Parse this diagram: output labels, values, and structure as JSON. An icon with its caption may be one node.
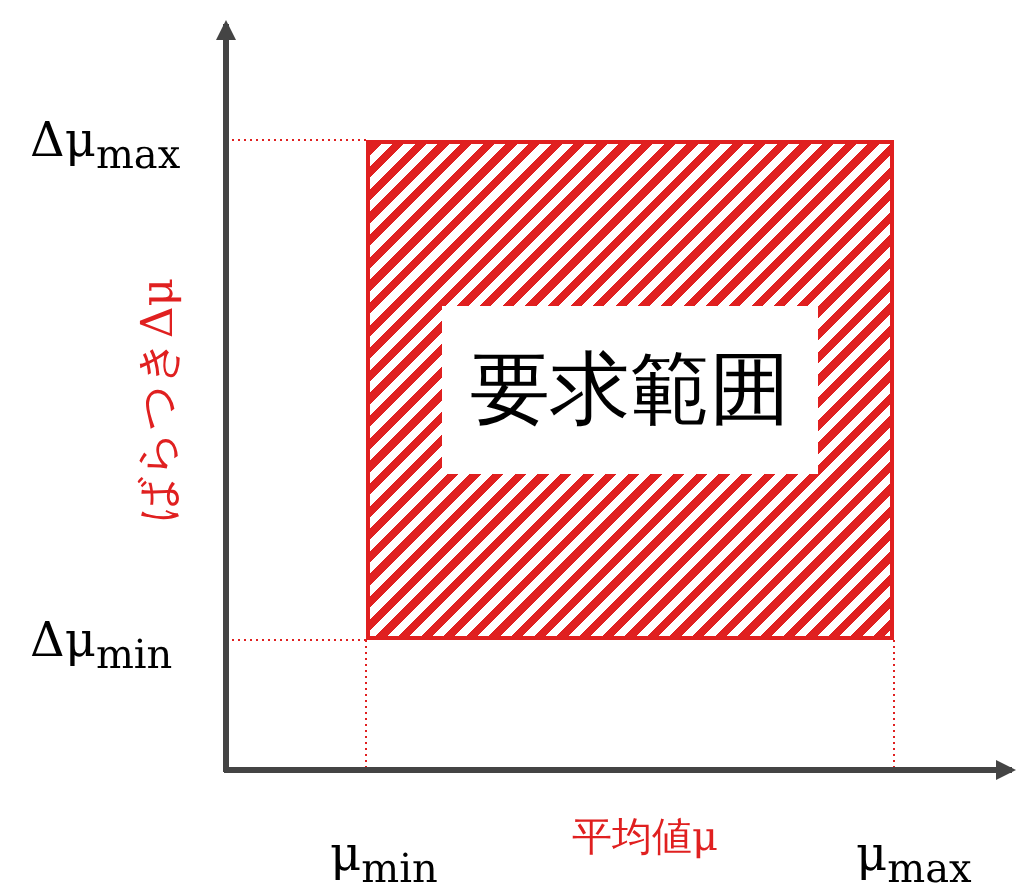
{
  "diagram": {
    "nodes": [
      {
        "text": [
          "要求範囲"
        ]
      }
    ],
    "edges": [],
    "labels": [
      "Δμ$_{max}$",
      "ばらつきΔμ",
      "Δμ$_{min}$",
      "μ$_{min}$",
      "平均値μ",
      "μ$_{max}$"
    ]
  }
}
